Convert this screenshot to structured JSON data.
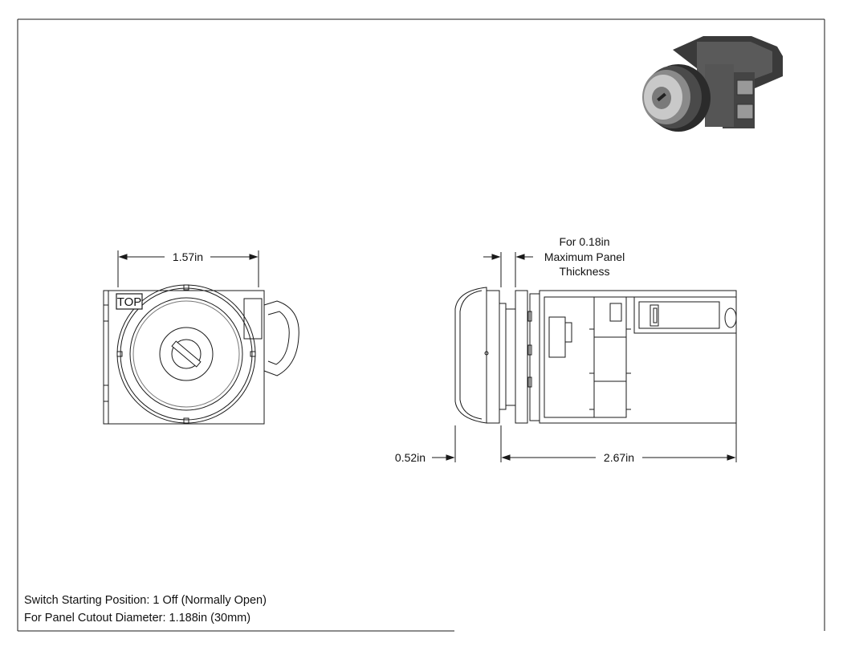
{
  "dimensions": {
    "width": "1.57in",
    "depth_front": "0.52in",
    "depth_body": "2.67in",
    "panel_note_line1": "For 0.18in",
    "panel_note_line2": "Maximum Panel",
    "panel_note_line3": "Thickness"
  },
  "labels": {
    "top_marker": "TOP"
  },
  "notes": {
    "starting_position": "Switch Starting Position: 1 Off (Normally Open)",
    "panel_cutout": "For Panel Cutout Diameter: 1.188in (30mm)"
  },
  "colors": {
    "line": "#1a1a1a",
    "light_line": "#555555",
    "iso_dark": "#2b2b2b",
    "iso_mid": "#6b6b6b",
    "iso_light": "#bdbdbd"
  }
}
